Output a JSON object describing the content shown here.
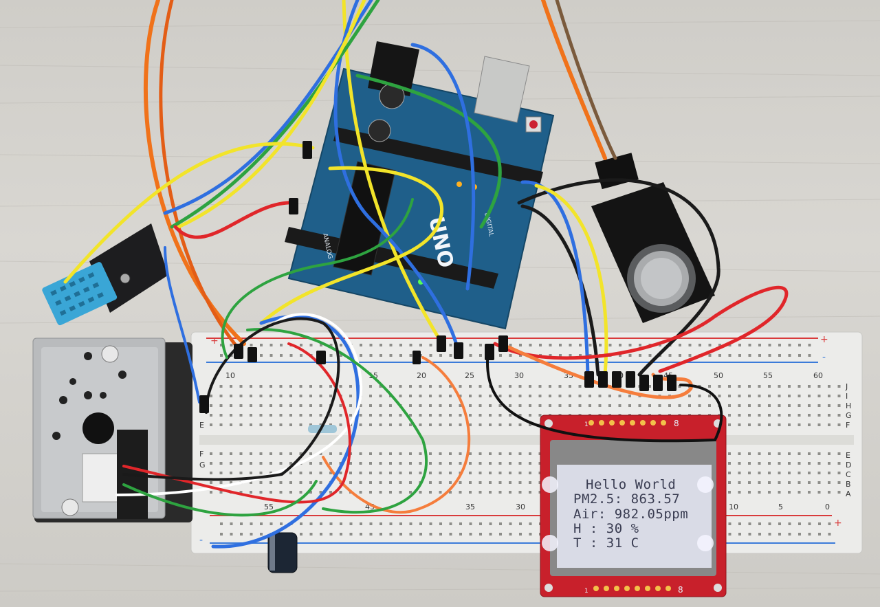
{
  "lcd": {
    "lines": [
      "Hello World",
      "PM2.5: 863.57",
      "Air: 982.05ppm",
      "H : 30 %",
      "T : 31 C"
    ],
    "pin_label_top_1": "1",
    "pin_label_top_8": "8",
    "pin_label_bottom_1": "1",
    "pin_label_bottom_8": "8"
  },
  "arduino": {
    "logo_text": "UNO",
    "analog_label": "ANALOG",
    "digital_label": "DIGITAL"
  },
  "breadboard": {
    "top_numbers": [
      "10",
      "15",
      "20",
      "25",
      "30",
      "35",
      "40",
      "45",
      "50",
      "55",
      "60"
    ],
    "bottom_numbers": [
      "55",
      "45",
      "35",
      "30",
      "10",
      "5",
      "0"
    ],
    "row_letters_right_top": [
      "J",
      "I",
      "H",
      "G",
      "F"
    ],
    "row_letters_right_bottom": [
      "E",
      "D",
      "C",
      "B",
      "A"
    ],
    "row_letters_left_top": [
      "E"
    ],
    "row_letters_left_bottom": [
      "F",
      "G"
    ],
    "plus": "+",
    "minus": "-"
  },
  "colors": {
    "arduino_blue": "#1f5f8a",
    "lcd_pcb_red": "#c8202b",
    "lcd_screen": "#d9dbe6",
    "dht_blue": "#3aa6d6",
    "breadboard": "#ececea",
    "rail_red": "#d93b3b",
    "rail_blue": "#3b7bd9"
  }
}
